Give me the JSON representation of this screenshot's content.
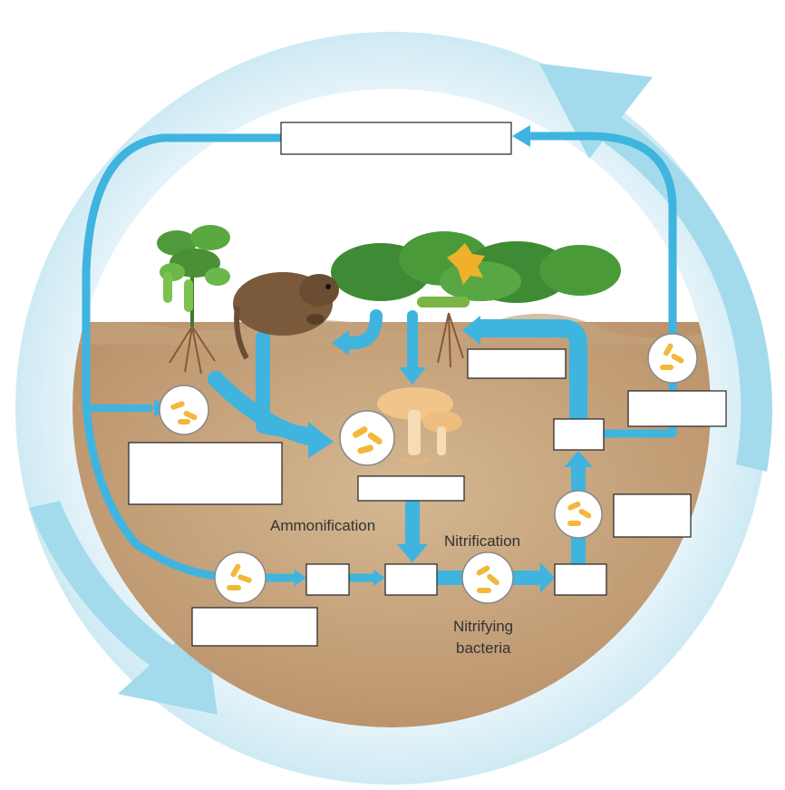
{
  "labels": {
    "ammonification": "Ammonification",
    "nitrification": "Nitrification",
    "nitrifying_bacteria_line1": "Nitrifying",
    "nitrifying_bacteria_line2": "bacteria"
  },
  "colors": {
    "outer_ring": "#c9e8f3",
    "outer_arrow": "#8fd0e6",
    "flow_arrow": "#3fb4df",
    "soil_top": "#c9ab86",
    "soil_bottom": "#b98f68",
    "leaf": "#4f9a3a",
    "bacteria": "#f2b83a"
  },
  "icons": [
    "plant-icon",
    "pea-plant-icon",
    "animal-icon",
    "mushroom-icon",
    "bacteria-icon"
  ]
}
